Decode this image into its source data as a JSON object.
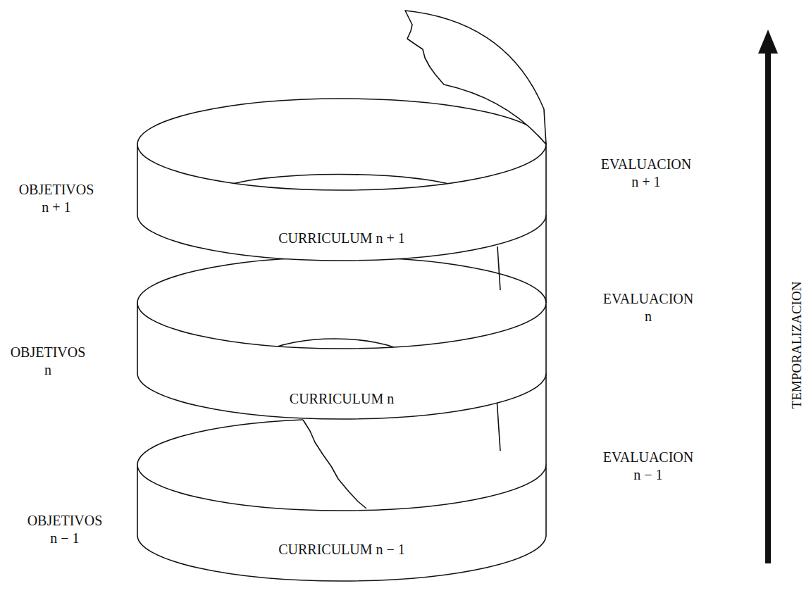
{
  "diagram": {
    "nodes": [
      {
        "text": [
          "CURRICULUM n + 1"
        ]
      },
      {
        "text": [
          "CURRICULUM n"
        ]
      },
      {
        "text": [
          "CURRICULUM n − 1"
        ]
      }
    ],
    "labels": [
      "OBJETIVOS n + 1",
      "EVALUACION n + 1",
      "EVALUACION n",
      "OBJETIVOS n",
      "EVALUACION n − 1",
      "OBJETIVOS n − 1",
      "TEMPORALIZACION"
    ]
  }
}
